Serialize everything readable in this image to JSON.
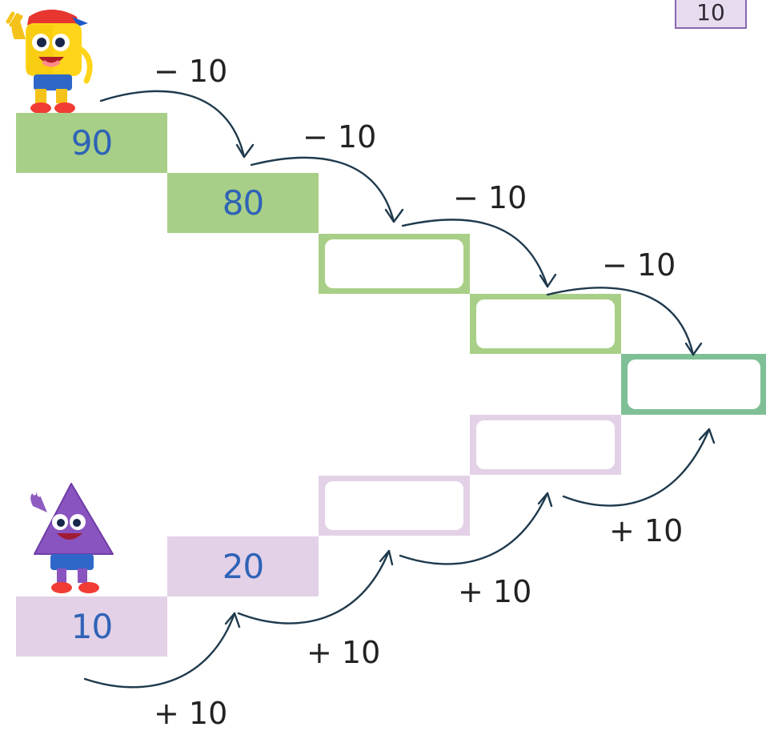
{
  "badge": "10",
  "down_staircase": {
    "steps": [
      {
        "value": "90",
        "type": "filled"
      },
      {
        "value": "80",
        "type": "filled"
      },
      {
        "value": "",
        "type": "blank"
      },
      {
        "value": "",
        "type": "blank"
      },
      {
        "value": "",
        "type": "blank"
      }
    ],
    "operations": [
      "− 10",
      "− 10",
      "− 10",
      "− 10"
    ]
  },
  "up_staircase": {
    "steps": [
      {
        "value": "10",
        "type": "filled"
      },
      {
        "value": "20",
        "type": "filled"
      },
      {
        "value": "",
        "type": "blank"
      },
      {
        "value": "",
        "type": "blank"
      }
    ],
    "operations": [
      "+ 10",
      "+ 10",
      "+ 10",
      "+ 10"
    ]
  },
  "colors": {
    "green_fill": "#a8cf87",
    "green_dark": "#7fbf95",
    "lilac_fill": "#e3d1e8",
    "number_blue": "#2f63b7",
    "arrow": "#1f3a4d"
  },
  "icons": {
    "top_character": "yellow-cube-mascot-icon",
    "bottom_character": "purple-triangle-mascot-icon"
  }
}
